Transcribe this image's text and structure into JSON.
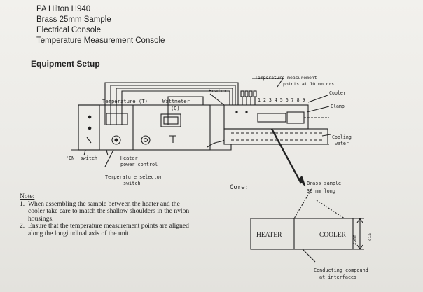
{
  "header": {
    "lines": [
      "PA Hilton H940",
      "Brass 25mm Sample",
      "Electrical Console",
      "Temperature Measurement Console"
    ]
  },
  "section_title": "Equipment Setup",
  "diagram": {
    "console": {
      "temperature_label": "Temperature (T)",
      "wattmeter_label": "Wattmeter",
      "wattmeter_symbol": "(Q)",
      "on_switch_label": "'ON' switch",
      "heater_power_label_1": "Heater",
      "heater_power_label_2": "power control",
      "selector_label_1": "Temperature selector",
      "selector_label_2": "switch"
    },
    "apparatus": {
      "heater_label": "Heater",
      "measure_label_1": "Temperature measurement",
      "measure_label_2": "points at 10 mm crs.",
      "point_numbers": "1 2 3 4 5 6 7 8 9",
      "cooler_label": "Cooler",
      "clamp_label": "Clamp",
      "cooling_water_1": "Cooling",
      "cooling_water_2": "water"
    },
    "core": {
      "core_label": "Core:",
      "sample_label_1": "Brass sample",
      "sample_label_2": "30 mm long",
      "heater_box": "HEATER",
      "cooler_box": "COOLER",
      "dim_label": "25mm",
      "dia_label": "dia",
      "compound_1": "Conducting compound",
      "compound_2": "at interfaces"
    }
  },
  "notes": {
    "title": "Note:",
    "items": [
      {
        "num": "1.",
        "text": "When assembling the sample between the heater and the cooler take care to match the shallow shoulders in the nylon housings."
      },
      {
        "num": "2.",
        "text": "Ensure that the temperature measurement points are aligned along the longitudinal axis of the unit."
      }
    ]
  }
}
